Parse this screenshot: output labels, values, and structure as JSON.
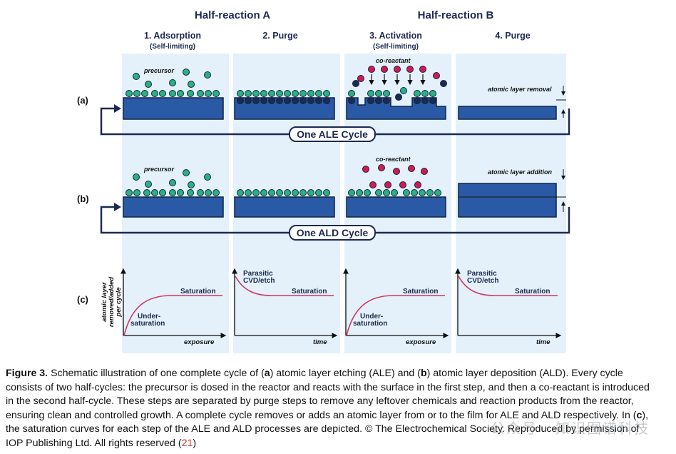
{
  "headers": {
    "half_a": "Half-reaction A",
    "half_b": "Half-reaction B"
  },
  "steps": [
    {
      "title": "1. Adsorption",
      "subtitle": "(Self-limiting)"
    },
    {
      "title": "2. Purge",
      "subtitle": ""
    },
    {
      "title": "3. Activation",
      "subtitle": "(Self-limiting)"
    },
    {
      "title": "4. Purge",
      "subtitle": ""
    }
  ],
  "row_labels": {
    "a": "(a)",
    "b": "(b)",
    "c": "(c)"
  },
  "labels": {
    "precursor": "precursor",
    "co_reactant": "co-reactant",
    "atomic_layer_removal": "atomic layer removal",
    "atomic_layer_addition": "atomic layer addition",
    "ale_cycle": "One ALE Cycle",
    "ald_cycle": "One ALD Cycle"
  },
  "curves": {
    "ylabel_line1": "atomic layer",
    "ylabel_line2": "removed/added",
    "ylabel_line3": "per cycle",
    "saturation": "Saturation",
    "under_line1": "Under-",
    "under_line2": "saturation",
    "parasitic_line1": "Parasitic",
    "parasitic_line2": "CVD/etch",
    "x_exposure": "exposure",
    "x_time": "time"
  },
  "colors": {
    "substrate": "#2a5aa6",
    "substrate_stroke": "#0f2447",
    "precursor": "#2bb07f",
    "co_reactant": "#d21a4e",
    "surface_atom": "#1c2a52",
    "column_bg": "#e4f1fa",
    "curve": "#d0385e"
  },
  "caption": {
    "label": "Figure 3.",
    "p1": " Schematic illustration of one complete cycle of (",
    "a": "a",
    "p2": ") atomic layer etching (ALE) and (",
    "b": "b",
    "p3": ") atomic layer deposition (ALD). Every cycle consists of two half-cycles: the precursor is dosed in the reactor and reacts with the surface in the first step, and then a co-reactant is introduced in the second half-cycle. These steps are separated by purge steps to remove any leftover chemicals and reaction products from the reactor, ensuring clean and controlled growth. A complete cycle removes or adds an atomic layer from or to the film for ALE and ALD respectively. In (",
    "c": "c",
    "p4": "), the saturation curves for each step of the ALE and ALD processes are depicted. © The Electrochemical Society. Reproduced by permission of IOP Publishing Ltd. All rights reserved (",
    "ref": "21",
    "p5": ")"
  },
  "watermark": "公众号 · 知识图谱科技"
}
